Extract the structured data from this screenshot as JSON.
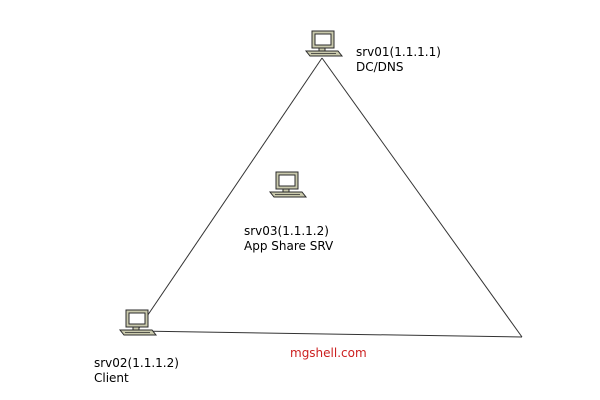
{
  "nodes": {
    "srv01": {
      "name": "srv01(1.1.1.1)",
      "role": "DC/DNS",
      "icon": "workstation-icon"
    },
    "srv03": {
      "name": "srv03(1.1.1.2)",
      "role": "App Share SRV",
      "icon": "workstation-icon"
    },
    "srv02": {
      "name": "srv02(1.1.1.2)",
      "role": "Client",
      "icon": "workstation-icon"
    }
  },
  "watermark": "mgshell.com",
  "colors": {
    "line": "#333333",
    "watermark": "#cc2020",
    "device_body": "#c9c9ac",
    "device_screen": "#ffffff",
    "device_outline": "#2b2b2b"
  }
}
